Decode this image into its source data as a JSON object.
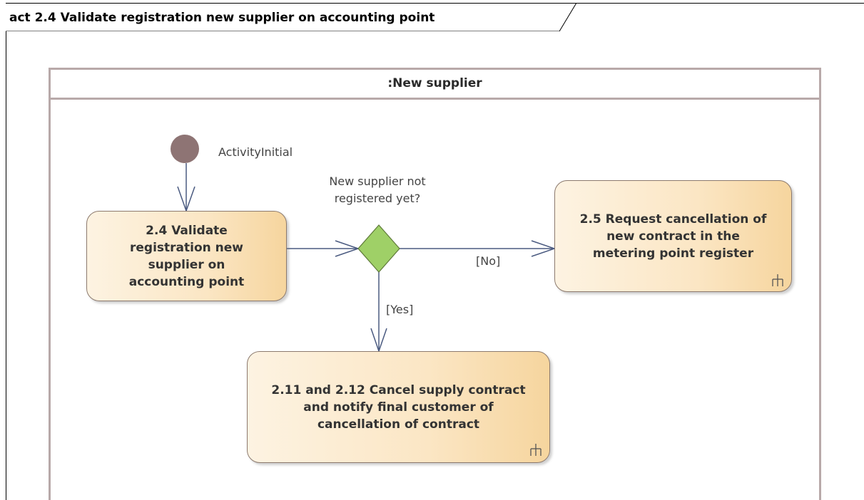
{
  "diagram": {
    "title": "act 2.4 Validate registration new supplier on accounting point",
    "lane": ":New supplier",
    "initial_label": "ActivityInitial",
    "decision_label": "New supplier not registered yet?",
    "guard_no": "[No]",
    "guard_yes": "[Yes]",
    "actions": {
      "validate": "2.4 Validate registration new supplier on accounting point",
      "request_cancellation": "2.5 Request cancellation of new contract in the metering point register",
      "cancel_contract": "2.11 and 2.12 Cancel supply contract and notify final customer of cancellation of contract"
    },
    "colors": {
      "action_fill": "#fbe6c4",
      "decision_fill": "#9fd067",
      "initial_node": "#8e7474",
      "edge": "#4a5a80"
    }
  }
}
